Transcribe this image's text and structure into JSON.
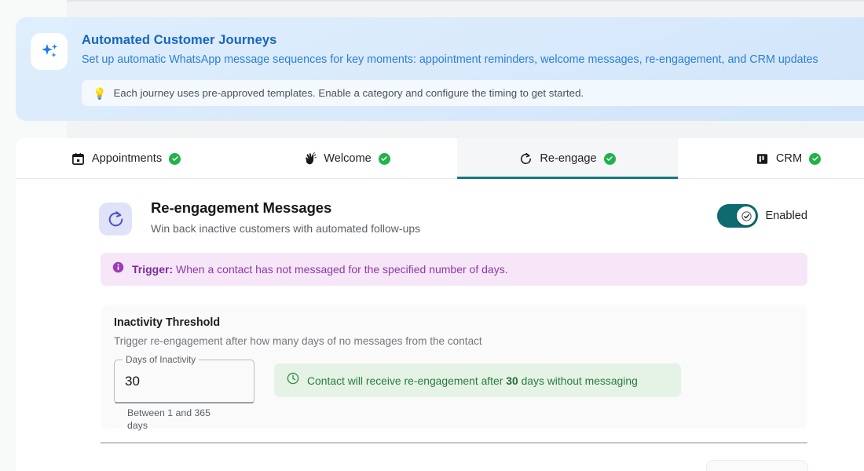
{
  "hero": {
    "icon": "sparkles-icon",
    "title": "Automated Customer Journeys",
    "subtitle": "Set up automatic WhatsApp message sequences for key moments: appointment reminders, welcome messages, re-engagement, and CRM updates",
    "hint_icon": "lightbulb-icon",
    "hint": "Each journey uses pre-approved templates. Enable a category and configure the timing to get started."
  },
  "tabs": [
    {
      "label": "Appointments",
      "icon": "calendar-icon",
      "status": "check-circle-icon",
      "active": false
    },
    {
      "label": "Welcome",
      "icon": "waving-hand-icon",
      "status": "check-circle-icon",
      "active": false
    },
    {
      "label": "Re-engage",
      "icon": "refresh-icon",
      "status": "check-circle-icon",
      "active": true
    },
    {
      "label": "CRM",
      "icon": "kanban-board-icon",
      "status": "check-circle-icon",
      "active": false
    }
  ],
  "section": {
    "icon": "refresh-icon",
    "title": "Re-engagement Messages",
    "subtitle": "Win back inactive customers with automated follow-ups",
    "toggle": {
      "label": "Enabled",
      "state": "on",
      "knob_icon": "check-icon"
    }
  },
  "trigger": {
    "icon": "info-circle-icon",
    "label": "Trigger:",
    "text": "When a contact has not messaged for the specified number of days."
  },
  "threshold": {
    "title": "Inactivity Threshold",
    "description": "Trigger re-engagement after how many days of no messages from the contact",
    "field_label": "Days of Inactivity",
    "field_value": "30",
    "helper_text": "Between 1 and 365 days",
    "success": {
      "icon": "clock-icon",
      "prefix": "Contact will receive re-engagement after",
      "value": "30",
      "suffix": "days without messaging"
    }
  },
  "colors": {
    "brand_teal": "#0d6a6e",
    "accent_blue": "#1565c0",
    "success_green": "#2d7a3c",
    "trigger_purple": "#8d3aa6",
    "page_bg": "#f2f3f4"
  }
}
